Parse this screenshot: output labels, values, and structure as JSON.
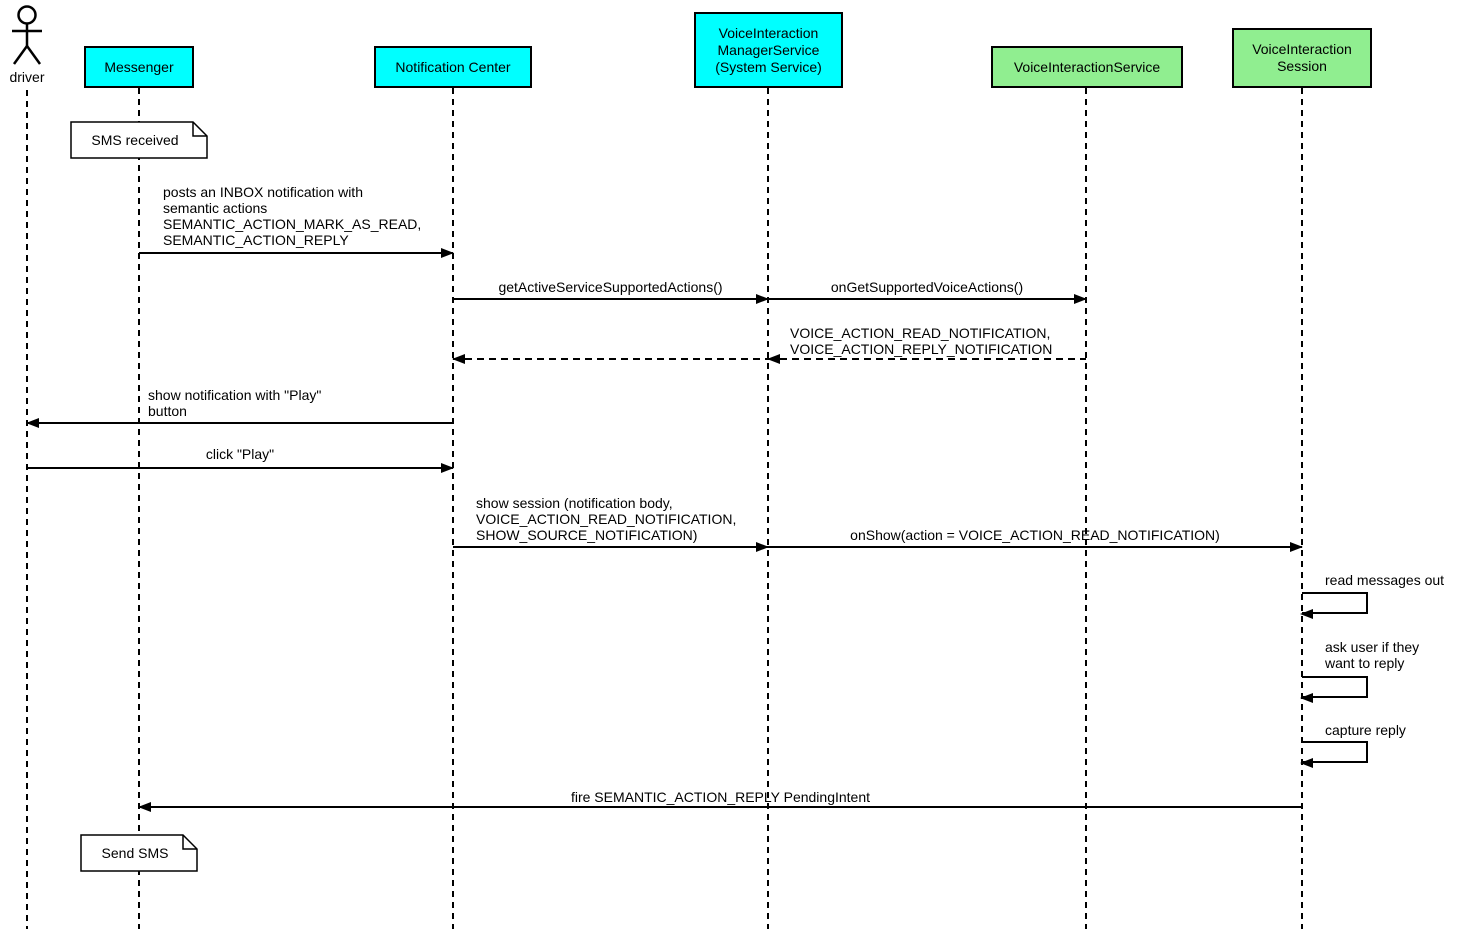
{
  "diagram_type": "uml-sequence",
  "actor": {
    "label": "driver"
  },
  "participants": [
    {
      "label": "Messenger",
      "fill": "#00ffff"
    },
    {
      "label": "Notification Center",
      "fill": "#00ffff"
    },
    {
      "label": "VoiceInteraction\nManagerService\n(System Service)",
      "fill": "#00ffff"
    },
    {
      "label": "VoiceInteractionService",
      "fill": "#90ee90"
    },
    {
      "label": "VoiceInteraction\nSession",
      "fill": "#90ee90"
    }
  ],
  "notes": [
    {
      "text": "SMS received",
      "anchor": "Messenger"
    },
    {
      "text": "Send SMS",
      "anchor": "Messenger"
    }
  ],
  "messages": [
    {
      "from": "Messenger",
      "to": "Notification Center",
      "type": "solid",
      "label": "posts an INBOX notification with\nsemantic actions\nSEMANTIC_ACTION_MARK_AS_READ,\nSEMANTIC_ACTION_REPLY"
    },
    {
      "from": "Notification Center",
      "to": "VoiceInteractionManagerService",
      "type": "solid",
      "label": "getActiveServiceSupportedActions()"
    },
    {
      "from": "VoiceInteractionManagerService",
      "to": "VoiceInteractionService",
      "type": "solid",
      "label": "onGetSupportedVoiceActions()"
    },
    {
      "from": "VoiceInteractionService",
      "to": "VoiceInteractionManagerService",
      "type": "dashed-return",
      "label": "VOICE_ACTION_READ_NOTIFICATION,\nVOICE_ACTION_REPLY_NOTIFICATION"
    },
    {
      "from": "VoiceInteractionManagerService",
      "to": "Notification Center",
      "type": "dashed-return",
      "label": ""
    },
    {
      "from": "Notification Center",
      "to": "driver",
      "type": "solid",
      "label": "show notification with \"Play\"\nbutton"
    },
    {
      "from": "driver",
      "to": "Notification Center",
      "type": "solid",
      "label": "click \"Play\""
    },
    {
      "from": "Notification Center",
      "to": "VoiceInteractionManagerService",
      "type": "solid",
      "label": "show session (notification body,\nVOICE_ACTION_READ_NOTIFICATION,\nSHOW_SOURCE_NOTIFICATION)"
    },
    {
      "from": "VoiceInteractionManagerService",
      "to": "VoiceInteractionSession",
      "type": "solid",
      "label": "onShow(action = VOICE_ACTION_READ_NOTIFICATION)"
    },
    {
      "from": "VoiceInteractionSession",
      "to": "VoiceInteractionSession",
      "type": "self",
      "label": "read messages out"
    },
    {
      "from": "VoiceInteractionSession",
      "to": "VoiceInteractionSession",
      "type": "self",
      "label": "ask user if they\nwant to reply"
    },
    {
      "from": "VoiceInteractionSession",
      "to": "VoiceInteractionSession",
      "type": "self",
      "label": "capture reply"
    },
    {
      "from": "VoiceInteractionSession",
      "to": "Messenger",
      "type": "solid",
      "label": "fire SEMANTIC_ACTION_REPLY PendingIntent"
    }
  ],
  "colors": {
    "participant_cyan": "#00ffff",
    "participant_green": "#90ee90",
    "line": "#000000",
    "note_background": "#ffffff",
    "page_background": "#ffffff"
  }
}
